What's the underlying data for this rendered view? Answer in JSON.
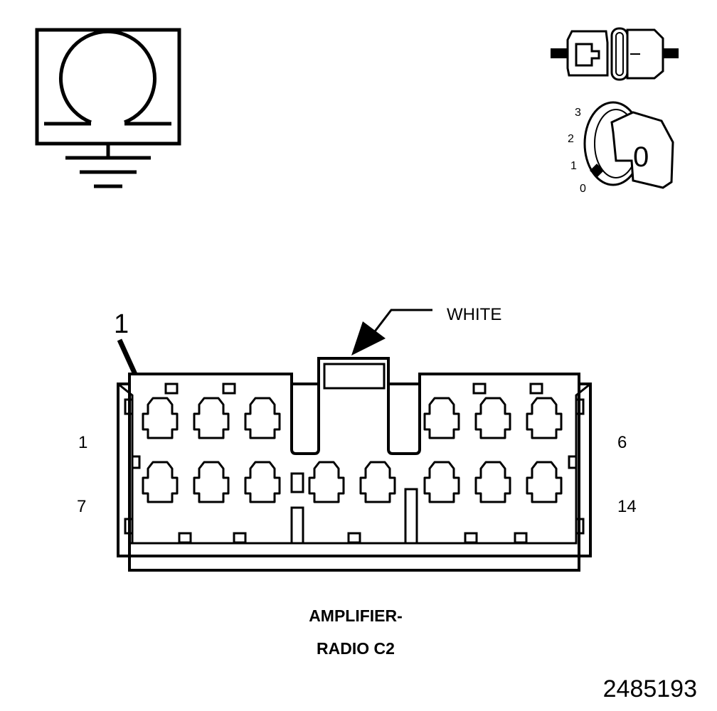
{
  "legend": {
    "ohmmeter_icon": "ohm-meter-ground-icon",
    "connector_icon": "disconnected-connector-icon",
    "ignition_icon": "ignition-key-off-icon",
    "ignition_positions": [
      "3",
      "2",
      "1",
      "0"
    ],
    "key_label": "0"
  },
  "callout": {
    "number": "1",
    "color_label": "WHITE"
  },
  "connector": {
    "cavity_top_left": "1",
    "cavity_top_right": "6",
    "cavity_bottom_left": "7",
    "cavity_bottom_right": "14",
    "name_line1": "AMPLIFIER-",
    "name_line2": "RADIO C2"
  },
  "figure_id": "2485193"
}
